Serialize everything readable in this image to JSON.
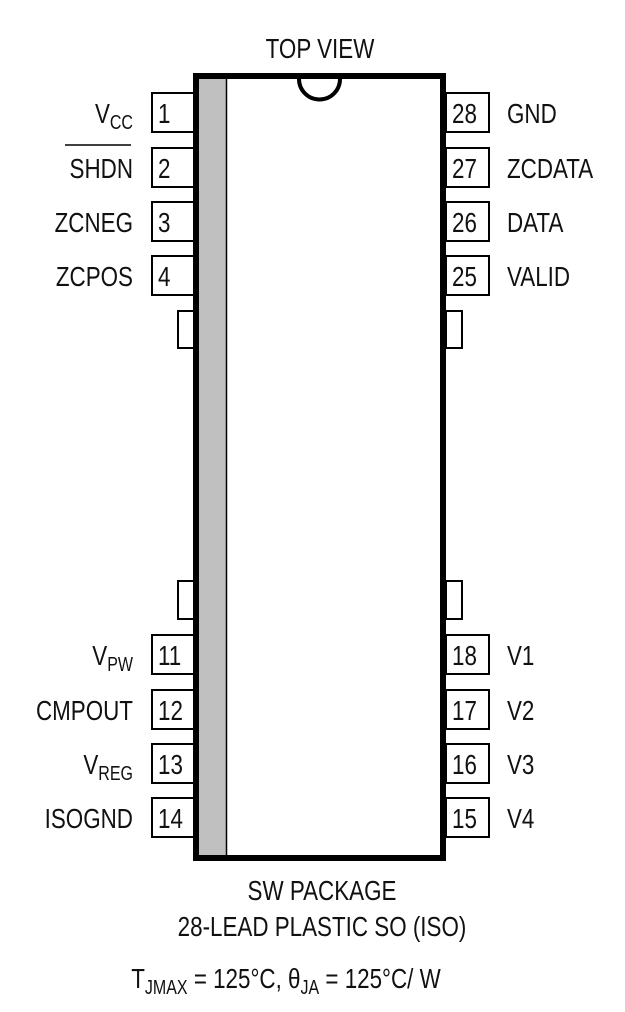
{
  "diagram": {
    "type": "ic-pinout",
    "title": "TOP VIEW",
    "package_name": "SW PACKAGE",
    "package_desc": "28-LEAD PLASTIC SO (ISO)",
    "thermal": {
      "tj_symbol": "T",
      "tj_sub": "JMAX",
      "tj_value": " = 125°C, ",
      "theta_symbol": "θ",
      "theta_sub": "JA",
      "theta_value": " = 125°C/ W"
    },
    "colors": {
      "body_outline": "#000000",
      "strip": "#c0c0c0"
    },
    "left_pins": [
      {
        "num": "1",
        "name": "V",
        "sub": "CC",
        "overline": false
      },
      {
        "num": "2",
        "name": "SHDN",
        "sub": "",
        "overline": true
      },
      {
        "num": "3",
        "name": "ZCNEG",
        "sub": "",
        "overline": false
      },
      {
        "num": "4",
        "name": "ZCPOS",
        "sub": "",
        "overline": false
      },
      {
        "num": "11",
        "name": "V",
        "sub": "PW",
        "overline": false
      },
      {
        "num": "12",
        "name": "CMPOUT",
        "sub": "",
        "overline": false
      },
      {
        "num": "13",
        "name": "V",
        "sub": "REG",
        "overline": false
      },
      {
        "num": "14",
        "name": "ISOGND",
        "sub": "",
        "overline": false
      }
    ],
    "right_pins": [
      {
        "num": "28",
        "name": "GND"
      },
      {
        "num": "27",
        "name": "ZCDATA"
      },
      {
        "num": "26",
        "name": "DATA"
      },
      {
        "num": "25",
        "name": "VALID"
      },
      {
        "num": "18",
        "name": "V1"
      },
      {
        "num": "17",
        "name": "V2"
      },
      {
        "num": "16",
        "name": "V3"
      },
      {
        "num": "15",
        "name": "V4"
      }
    ]
  }
}
